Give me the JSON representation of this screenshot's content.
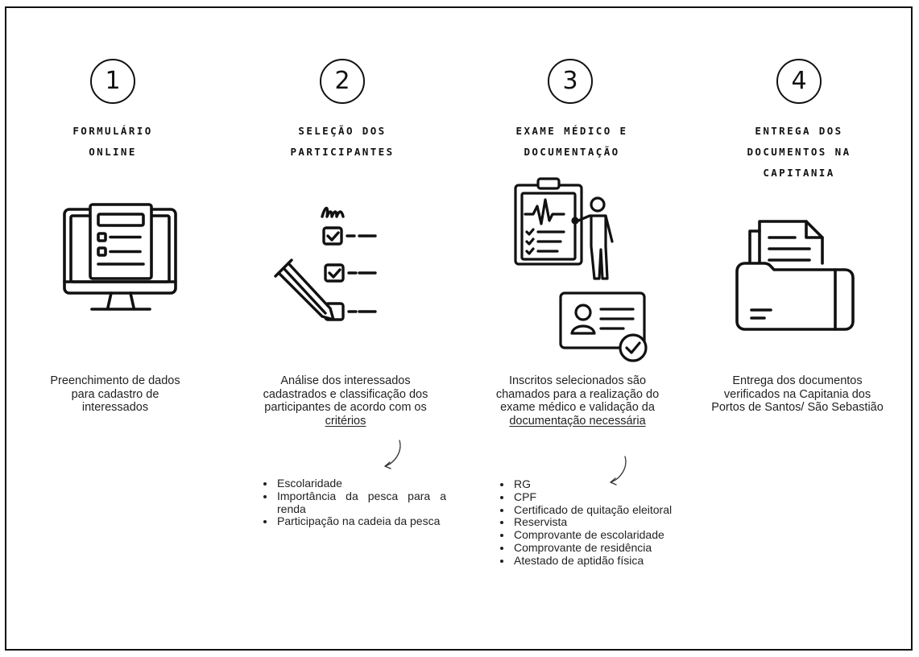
{
  "steps": [
    {
      "number": "1",
      "title": "FORMULÁRIO\nONLINE",
      "icon": "computer-form-icon",
      "description": "Preenchimento de dados para cadastro de interessados"
    },
    {
      "number": "2",
      "title": "SELEÇÃO DOS\nPARTICIPANTES",
      "icon": "checklist-pencil-icon",
      "description_prefix": "Análise dos interessados cadastrados e classificação dos participantes de acordo com os ",
      "description_link": "critérios",
      "bullets": [
        "Escolaridade",
        "Importância da pesca para a renda",
        "Participação na cadeia da pesca"
      ]
    },
    {
      "number": "3",
      "title": "EXAME MÉDICO E\nDOCUMENTAÇÃO",
      "icon": "medical-exam-id-card-icon",
      "description_prefix": "Inscritos selecionados são chamados para a realização do exame médico e validação da ",
      "description_link": "documentação necessária",
      "bullets": [
        "RG",
        "CPF",
        "Certificado de quitação eleitoral",
        "Reservista",
        "Comprovante de escolaridade",
        "Comprovante de residência",
        "Atestado de aptidão física"
      ]
    },
    {
      "number": "4",
      "title": "ENTREGA DOS\nDOCUMENTOS NA\nCAPITANIA",
      "icon": "document-folder-icon",
      "description": "Entrega dos documentos verificados na Capitania dos Portos de Santos/ São Sebastião"
    }
  ],
  "colors": {
    "ink": "#111111",
    "background": "#ffffff"
  }
}
